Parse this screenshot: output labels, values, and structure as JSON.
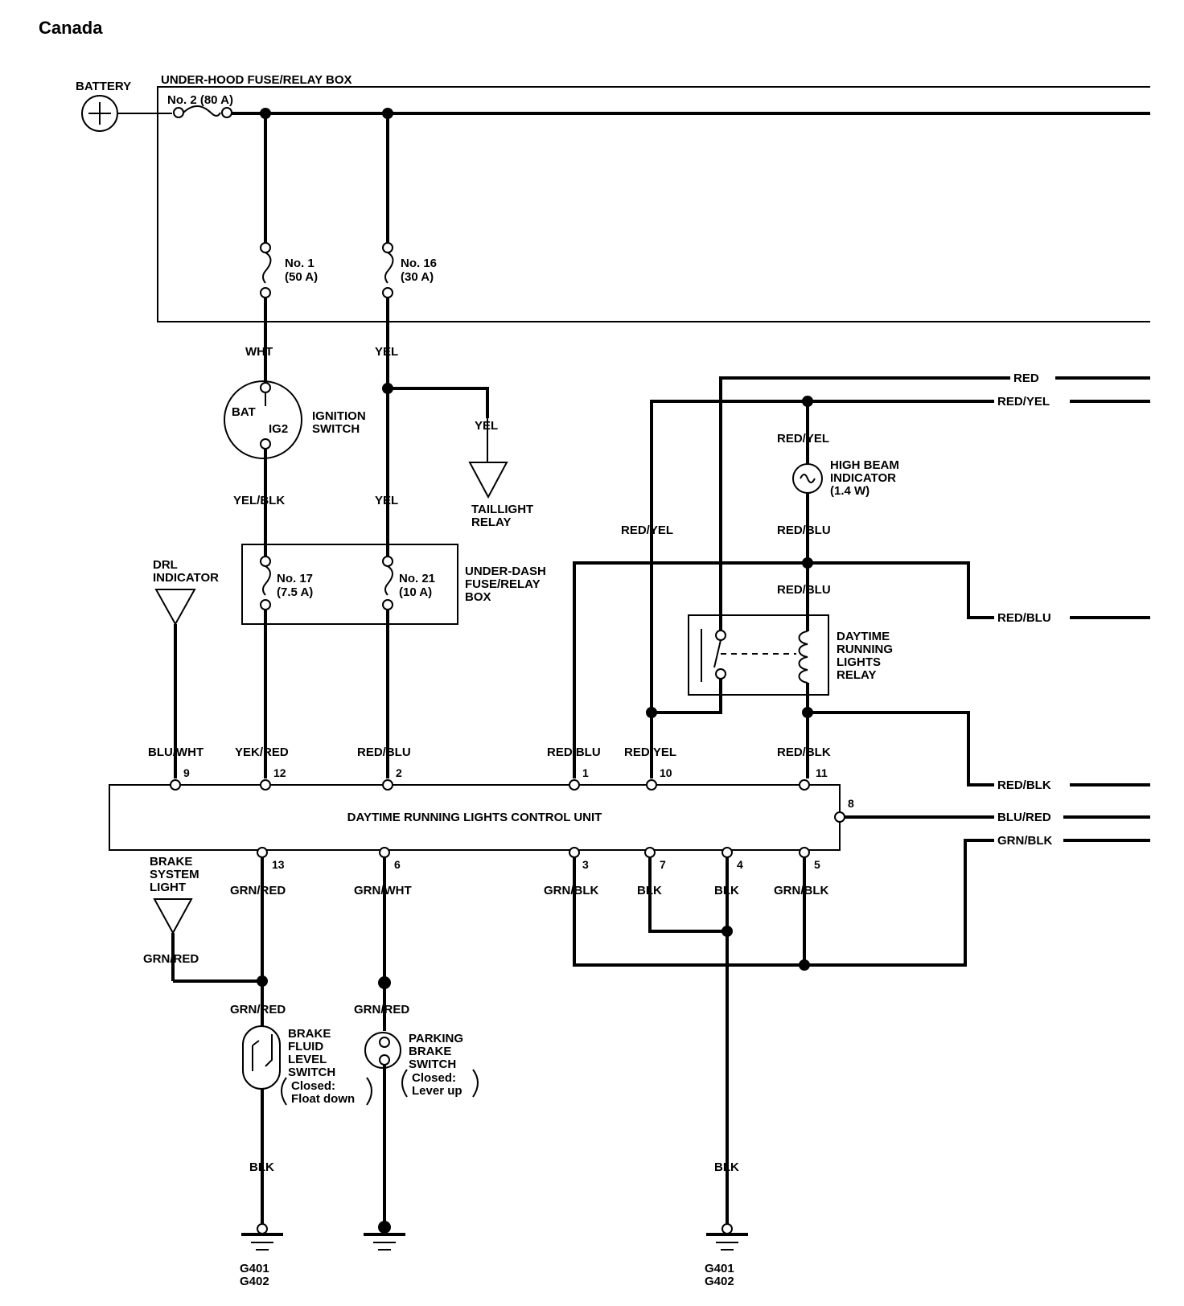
{
  "title": "Canada",
  "battery": {
    "label": "BATTERY"
  },
  "under_hood_box": {
    "label": "UNDER-HOOD FUSE/RELAY BOX",
    "fuse_no2": "No. 2 (80 A)",
    "fuse_no1": [
      "No. 1",
      "(50 A)"
    ],
    "fuse_no16": [
      "No. 16",
      "(30 A)"
    ]
  },
  "ignition_switch": {
    "label": [
      "IGNITION",
      "SWITCH"
    ],
    "bat": "BAT",
    "ig2": "IG2"
  },
  "taillight_relay": [
    "TAILLIGHT",
    "RELAY"
  ],
  "under_dash_box": {
    "label": [
      "UNDER-DASH",
      "FUSE/RELAY",
      "BOX"
    ],
    "fuse_no17": [
      "No. 17",
      "(7.5 A)"
    ],
    "fuse_no21": [
      "No. 21",
      "(10 A)"
    ]
  },
  "drl_indicator": [
    "DRL",
    "INDICATOR"
  ],
  "high_beam_indicator": [
    "HIGH BEAM",
    "INDICATOR",
    "(1.4 W)"
  ],
  "drl_relay": [
    "DAYTIME",
    "RUNNING",
    "LIGHTS",
    "RELAY"
  ],
  "control_unit": {
    "label": "DAYTIME RUNNING LIGHTS CONTROL UNIT"
  },
  "brake_system_light": [
    "BRAKE",
    "SYSTEM",
    "LIGHT"
  ],
  "brake_fluid_switch": [
    "BRAKE",
    "FLUID",
    "LEVEL",
    "SWITCH"
  ],
  "brake_fluid_note": [
    "Closed:",
    "Float down"
  ],
  "parking_brake_switch": [
    "PARKING",
    "BRAKE",
    "SWITCH"
  ],
  "parking_brake_note": [
    "Closed:",
    "Lever up"
  ],
  "ground_left": [
    "G401",
    "G402"
  ],
  "ground_right": [
    "G401",
    "G402"
  ],
  "wires": {
    "wht": "WHT",
    "yel_a": "YEL",
    "yel_branch": "YEL",
    "yel_blk": "YEL/BLK",
    "yel_b": "YEL",
    "red": "RED",
    "red_yel_top": "RED/YEL",
    "red_yel_hb": "RED/YEL",
    "red_blu_hb": "RED/BLU",
    "red_yel_mid": "RED/YEL",
    "red_blu_relay": "RED/BLU",
    "red_blu_right": "RED/BLU",
    "blu_wht": "BLU/WHT",
    "yek_red": "YEK/RED",
    "red_blu_2": "RED/BLU",
    "red_blu_1": "RED/BLU",
    "red_yel_10": "RED/YEL",
    "red_blk_11": "RED/BLK",
    "red_blk_right": "RED/BLK",
    "blu_red_right": "BLU/RED",
    "grn_blk_right": "GRN/BLK",
    "grn_red_13": "GRN/RED",
    "grn_wht_6": "GRN/WHT",
    "grn_blk_3": "GRN/BLK",
    "blk_7": "BLK",
    "blk_4": "BLK",
    "grn_blk_5": "GRN/BLK",
    "grn_red_bsl": "GRN/RED",
    "grn_red_bfl": "GRN/RED",
    "grn_red_pb": "GRN/RED",
    "blk_bfl": "BLK",
    "blk_gnd": "BLK"
  },
  "pins": {
    "p9": "9",
    "p12": "12",
    "p2": "2",
    "p1": "1",
    "p10": "10",
    "p11": "11",
    "p8": "8",
    "p13": "13",
    "p6": "6",
    "p3": "3",
    "p7": "7",
    "p4": "4",
    "p5": "5"
  }
}
